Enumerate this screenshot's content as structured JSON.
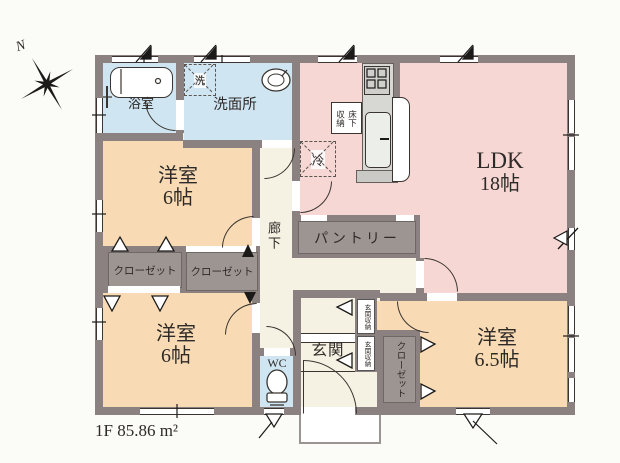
{
  "plan": {
    "type": "floor-plan",
    "floor_area_label": "1F 85.86 m²",
    "compass": {
      "north_label": "N"
    },
    "rooms": {
      "bathroom": {
        "label": "浴室"
      },
      "washroom": {
        "label": "洗面所",
        "washer_label": "洗"
      },
      "ldk": {
        "label_line1": "LDK",
        "label_line2": "18帖",
        "underfloor_storage_col1": "床下",
        "underfloor_storage_col2": "収納",
        "fridge_label": "冷"
      },
      "pantry": {
        "label": "パントリー"
      },
      "corridor": {
        "label": "廊下"
      },
      "room_west_upper": {
        "label_line1": "洋室",
        "label_line2": "6帖"
      },
      "room_west_lower": {
        "label_line1": "洋室",
        "label_line2": "6帖"
      },
      "room_east_lower": {
        "label_line1": "洋室",
        "label_line2": "6.5帖"
      },
      "closet_upper_left": {
        "label": "クローゼット"
      },
      "closet_upper_right": {
        "label": "クローゼット"
      },
      "closet_lower_right": {
        "label": "クローゼット"
      },
      "entrance": {
        "label": "玄関",
        "storage_label_1": "玄関収納",
        "storage_label_2": "玄関収納"
      },
      "wc": {
        "label": "WC"
      }
    }
  },
  "colors": {
    "wall": "#8a8180",
    "room_pink": "#f7d7d3",
    "room_peach": "#f8dbb4",
    "water_blue": "#cfe6f2",
    "floor_cream": "#f6f2e3",
    "storage_gray": "#9d9591",
    "line": "#3a3531",
    "ink": "#2e2a28",
    "bg": "#fbfbf8"
  }
}
